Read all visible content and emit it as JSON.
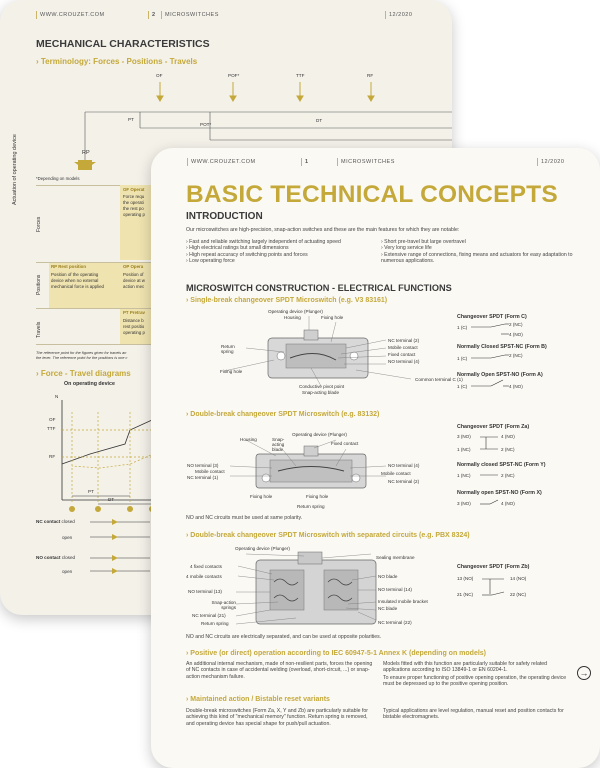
{
  "back_page": {
    "header": {
      "site": "WWW.CROUZET.COM",
      "page_num": "2",
      "section": "MICROSWITCHES",
      "date": "12/2020"
    },
    "title": "MECHANICAL CHARACTERISTICS",
    "subtitle": "› Terminology: Forces - Positions - Travels",
    "arrow_labels": [
      "OF",
      "POF*",
      "TTF",
      "RF"
    ],
    "axis_label": "Actuation of operating device",
    "dim_labels": [
      "PT",
      "POT*",
      "DT"
    ],
    "rp_label": "RP",
    "footnote": "*Depending on models",
    "row_labels": [
      "Forces",
      "Positions",
      "Travels"
    ],
    "table": {
      "of_head": "OF Operat",
      "of_body": [
        "Force requ",
        "the operati",
        "the rest po",
        "operating p"
      ],
      "rp_head": "RP Rest position",
      "rp_body": [
        "Position of the operating",
        "device when no external",
        "mechanical force is applied"
      ],
      "op_head": "OP Opera",
      "op_body": [
        "Position of",
        "device at w",
        "action mec"
      ],
      "pt_head": "PT Pretrav",
      "pt_body": [
        "Distance b",
        "rest positio",
        "operating p"
      ]
    },
    "note_lines": [
      "The reference point for the figures given for travels an",
      "the lever. The reference point for the positions is one c"
    ],
    "section2": "› Force - Travel diagrams",
    "diagram_title": "On operating device",
    "diagram_labels": {
      "n": "N",
      "of": "OF",
      "ttf": "TTF",
      "rf": "RF",
      "pt": "PT",
      "dt": "DT",
      "rp": "RP",
      "op": "OP"
    },
    "nc_contact": "NC contact",
    "nc_closed": "closed",
    "nc_open": "open",
    "no_contact": "NO contact",
    "no_closed": "closed",
    "no_open": "open"
  },
  "front_page": {
    "header": {
      "site": "WWW.CROUZET.COM",
      "page_num": "1",
      "section": "MICROSWITCHES",
      "date": "12/2020"
    },
    "title": "BASIC TECHNICAL CONCEPTS",
    "intro_heading": "INTRODUCTION",
    "intro_text": "Our microswitches are high-precision, snap-action switches and these are the main features for which they are notable:",
    "features_left": [
      "Fast and reliable switching largely independent of actuating speed",
      "High electrical ratings but small dimensions",
      "High repeat accuracy of switching points and forces",
      "Low operating force"
    ],
    "features_right": [
      "Short pre-travel but large overtravel",
      "Very long service life",
      "Extensive range of connections, fixing means and actuators for easy adaptation to numerous applications."
    ],
    "construction_heading": "MICROSWITCH CONSTRUCTION - ELECTRICAL FUNCTIONS",
    "sec1": {
      "title": "› Single-break changeover SPDT Microswitch (e.g. V3 83161)",
      "labels": [
        "Operating device (Plunger)",
        "Housing",
        "Fixing hole",
        "Return spring",
        "NC terminal (2)",
        "Mobile contact",
        "Fixed contact",
        "NO terminal (4)",
        "Fixing hole",
        "Conductive pivot point",
        "Snap-acting blade",
        "Common terminal C (1)"
      ],
      "forms": [
        {
          "name": "Changeover SPDT (Form C)",
          "lines": [
            "1 (C)",
            "2 (NC)",
            "4 (NO)"
          ]
        },
        {
          "name": "Normally Closed SPST-NC (Form B)",
          "lines": [
            "1 (C)",
            "2 (NC)"
          ]
        },
        {
          "name": "Normally Open SPST-NO (Form A)",
          "lines": [
            "1 (C)",
            "4 (NO)"
          ]
        }
      ]
    },
    "sec2": {
      "title": "› Double-break changeover SPDT Microswitch (e.g. 83132)",
      "labels": [
        "Housing",
        "Snap-acting blade",
        "Operating device (Plunger)",
        "Fixed contact",
        "NO terminal (3)",
        "Mobile contact",
        "NC terminal (1)",
        "NO terminal (4)",
        "Mobile contact",
        "NC terminal (2)",
        "Fixing hole",
        "Fixing hole",
        "Return spring"
      ],
      "note": "NO and NC circuits must be used at same polarity.",
      "forms": [
        {
          "name": "Changeover SPDT (Form Za)",
          "lines": [
            "3 (NO)",
            "4 (NO)",
            "1 (NC)",
            "2 (NC)"
          ]
        },
        {
          "name": "Normally closed SPST-NC (Form Y)",
          "lines": [
            "1 (NC)",
            "2 (NC)"
          ]
        },
        {
          "name": "Normally open SPST-NO (Form X)",
          "lines": [
            "3 (NO)",
            "4 (NO)"
          ]
        }
      ]
    },
    "sec3": {
      "title": "› Double-break changeover SPDT Microswitch with separated circuits (e.g. PBX 8324)",
      "labels": [
        "Operating device (Plunger)",
        "Sealing membrane",
        "4 fixed contacts",
        "4 mobile contacts",
        "NO blade",
        "NO terminal (13)",
        "NO terminal (14)",
        "Snap-action springs",
        "Insulated mobile bracket",
        "NC blade",
        "NC terminal (21)",
        "NC terminal (22)",
        "Return spring"
      ],
      "note": "NO and NC circuits are electrically separated, and can be used at opposite polarities.",
      "form": {
        "name": "Changeover SPDT (Form Zb)",
        "lines": [
          "13 (NO)",
          "14 (NO)",
          "21 (NC)",
          "22 (NC)"
        ]
      }
    },
    "sec4": {
      "title": "› Positive (or direct) operation according to IEC 60947-5-1 Annex K (depending on models)",
      "left": "An additional internal mechanism, made of non-resilient parts, forces the opening of NC contacts in case of accidental welding (overload, short-circuit, ...) or snap-action mechanism failure.",
      "right1": "Models fitted with this function are particularly suitable for safety related applications according to ISO 13849-1 or EN 60204-1.",
      "right2": "To ensure proper functioning of positive opening operation, the operating device must be depressed up to the positive opening position."
    },
    "sec5": {
      "title": "› Maintained action / Bistable reset variants",
      "left": "Double-break microswitches (Form Za, X, Y and Zb) are particularly suitable for achieving this kind of \"mechanical memory\" function. Return spring is removed, and operating device has special shape for push/pull actuation.",
      "right": "Typical applications are level regulation, manual reset and position contacts for bistable electromagnets."
    },
    "arrow_icon": "arrow-right-circle-icon"
  },
  "colors": {
    "gold": "#c4a93a",
    "back_bg": "#f4f1e9",
    "front_bg": "#fbf9f4",
    "table_fill": "#efe3b0"
  }
}
